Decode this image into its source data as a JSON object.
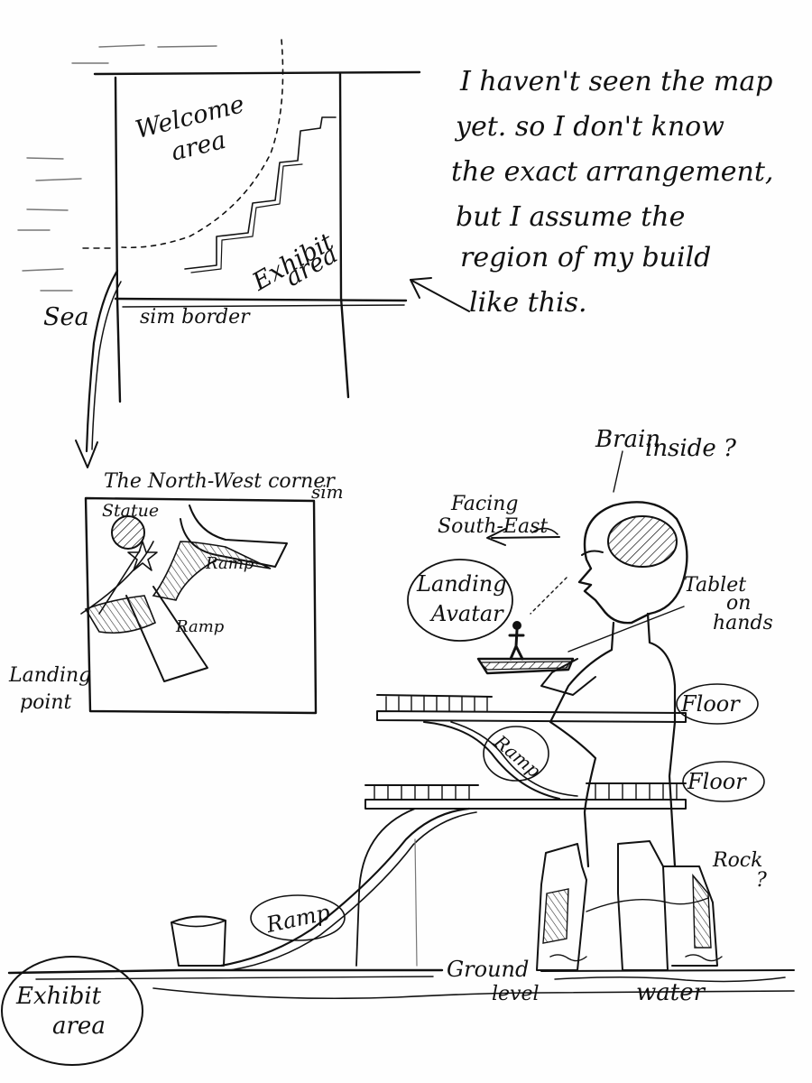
{
  "map": {
    "welcome_area": [
      "Welcome",
      "area"
    ],
    "exhibit_area": [
      "Exhibit",
      "area"
    ],
    "sea": "Sea",
    "sim_border": "sim border"
  },
  "note": {
    "lines": [
      "I haven't seen the map",
      "yet. so I don't know",
      "the exact arrangement,",
      "but I assume the",
      "region of my build",
      "like this."
    ]
  },
  "corner": {
    "title": "The North-West corner",
    "title_suffix": "sim",
    "statue": "Statue",
    "ramp_upper": "Ramp",
    "ramp_lower": "Ramp",
    "landing_point": [
      "Landing",
      "point"
    ]
  },
  "figure": {
    "brain": [
      "Brain",
      "inside ?"
    ],
    "facing": [
      "Facing",
      "South-East"
    ],
    "landing_avatar": [
      "Landing",
      "Avatar"
    ],
    "tablet": [
      "Tablet",
      "on",
      "hands"
    ],
    "floor_upper": "Floor",
    "floor_lower": "Floor",
    "ramp_middle": "Ramp",
    "ramp_ground": "Ramp",
    "rock": [
      "Rock",
      "?"
    ],
    "ground_level": [
      "Ground",
      "level"
    ],
    "water": "water",
    "exhibit_area": [
      "Exhibit",
      "area"
    ]
  }
}
